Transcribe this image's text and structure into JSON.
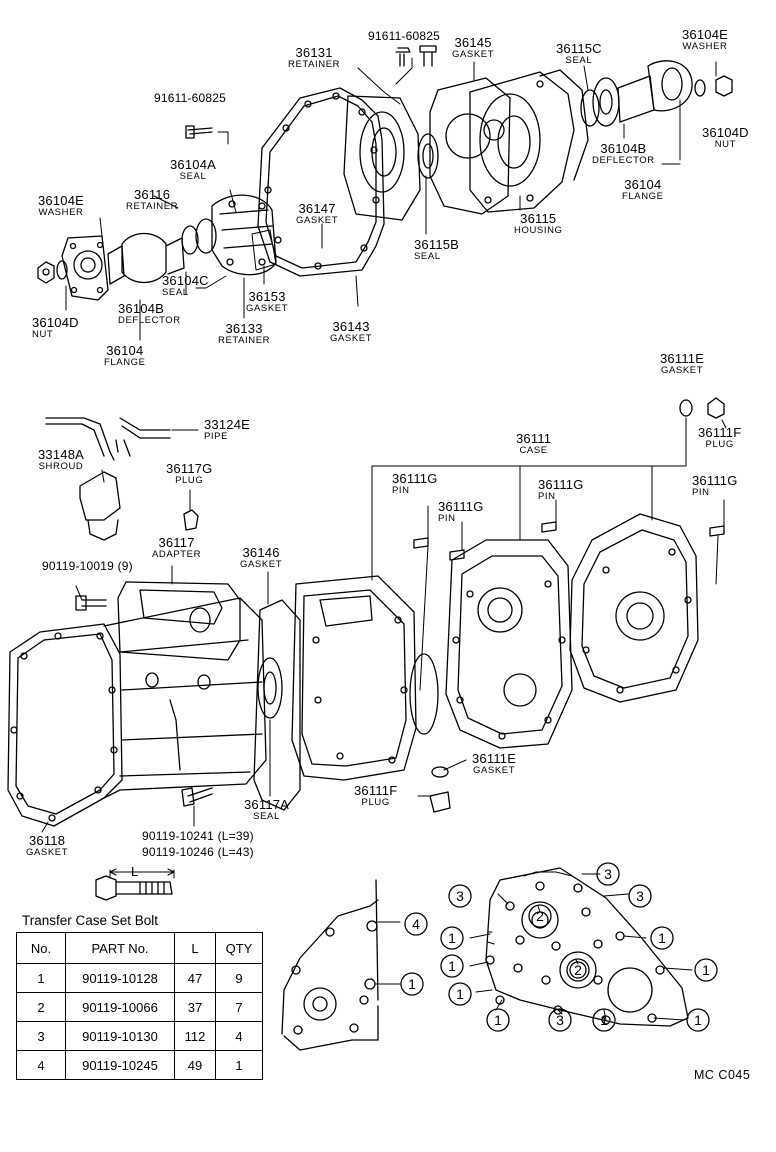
{
  "parts": {
    "p36131": {
      "num": "36131",
      "name": "RETAINER"
    },
    "p91611_top": {
      "num": "91611-60825"
    },
    "p36145": {
      "num": "36145",
      "name": "GASKET"
    },
    "p36115C": {
      "num": "36115C",
      "name": "SEAL"
    },
    "p36104E_r": {
      "num": "36104E",
      "name": "WASHER"
    },
    "p91611_left": {
      "num": "91611-60825"
    },
    "p36104D_r": {
      "num": "36104D",
      "name": "NUT"
    },
    "p36104B_r": {
      "num": "36104B",
      "name": "DEFLECTOR"
    },
    "p36104_r": {
      "num": "36104",
      "name": "FLANGE"
    },
    "p36104A": {
      "num": "36104A",
      "name": "SEAL"
    },
    "p36104E_l": {
      "num": "36104E",
      "name": "WASHER"
    },
    "p36116": {
      "num": "36116",
      "name": "RETAINER"
    },
    "p36147": {
      "num": "36147",
      "name": "GASKET"
    },
    "p36115": {
      "num": "36115",
      "name": "HOUSING"
    },
    "p36115B": {
      "num": "36115B",
      "name": "SEAL"
    },
    "p36104C": {
      "num": "36104C",
      "name": "SEAL"
    },
    "p36153": {
      "num": "36153",
      "name": "GASKET"
    },
    "p36104D_l": {
      "num": "36104D",
      "name": "NUT"
    },
    "p36104B_l": {
      "num": "36104B",
      "name": "DEFLECTOR"
    },
    "p36133": {
      "num": "36133",
      "name": "RETAINER"
    },
    "p36143": {
      "num": "36143",
      "name": "GASKET"
    },
    "p36104_l": {
      "num": "36104",
      "name": "FLANGE"
    },
    "p36111E_top": {
      "num": "36111E",
      "name": "GASKET"
    },
    "p33124E": {
      "num": "33124E",
      "name": "PIPE"
    },
    "p36111F_top": {
      "num": "36111F",
      "name": "PLUG"
    },
    "p33148A": {
      "num": "33148A",
      "name": "SHROUD"
    },
    "p36111": {
      "num": "36111",
      "name": "CASE"
    },
    "p36117G": {
      "num": "36117G",
      "name": "PLUG"
    },
    "p36111G_a": {
      "num": "36111G",
      "name": "PIN"
    },
    "p36111G_b": {
      "num": "36111G",
      "name": "PIN"
    },
    "p36111G_c": {
      "num": "36111G",
      "name": "PIN"
    },
    "p36111G_d": {
      "num": "36111G",
      "name": "PIN"
    },
    "p36117": {
      "num": "36117",
      "name": "ADAPTER"
    },
    "p90119_10019": {
      "num": "90119-10019 (9)"
    },
    "p36146": {
      "num": "36146",
      "name": "GASKET"
    },
    "p36111E_bot": {
      "num": "36111E",
      "name": "GASKET"
    },
    "p36111F_bot": {
      "num": "36111F",
      "name": "PLUG"
    },
    "p36117A": {
      "num": "36117A",
      "name": "SEAL"
    },
    "p36118": {
      "num": "36118",
      "name": "GASKET"
    },
    "p90119_10241": {
      "num": "90119-10241 (L=39)"
    },
    "p90119_10246": {
      "num": "90119-10246 (L=43)"
    }
  },
  "dimension_label": "L",
  "bolt_table": {
    "title": "Transfer Case Set Bolt",
    "headers": [
      "No.",
      "PART No.",
      "L",
      "QTY"
    ],
    "rows": [
      {
        "no": "1",
        "part": "90119-10128",
        "l": "47",
        "qty": "9"
      },
      {
        "no": "2",
        "part": "90119-10066",
        "l": "37",
        "qty": "7"
      },
      {
        "no": "3",
        "part": "90119-10130",
        "l": "112",
        "qty": "4"
      },
      {
        "no": "4",
        "part": "90119-10245",
        "l": "49",
        "qty": "1"
      }
    ]
  },
  "bolt_callouts": {
    "one": "1",
    "two": "2",
    "three": "3",
    "four": "4"
  },
  "diagram_code": "MC  C045"
}
